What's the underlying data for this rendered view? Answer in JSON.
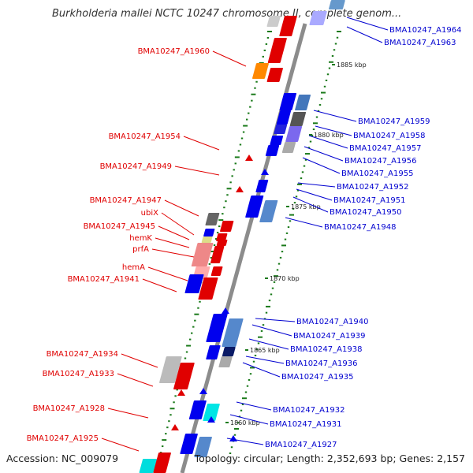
{
  "title": "Burkholderia mallei NCTC 10247 chromosome II, complete genom...",
  "footer": {
    "accession": "Accession: NC_009079",
    "topology": "Topology: circular; Length: 2,352,693 bp; Genes: 2,157"
  },
  "colors": {
    "axis": "#8c8c8c",
    "forward_label": "#e00000",
    "reverse_label": "#0000d0",
    "tick": "#1a7a1a"
  },
  "kbp_labels": [
    "1885 kbp",
    "1880 kbp",
    "1875 kbp",
    "1870 kbp",
    "1865 kbp",
    "1860 kbp"
  ],
  "left_labels": [
    "BMA10247_A1960",
    "BMA10247_A1954",
    "BMA10247_A1949",
    "BMA10247_A1947",
    "ubiX",
    "BMA10247_A1945",
    "hemK",
    "prfA",
    "hemA",
    "BMA10247_A1941",
    "BMA10247_A1934",
    "BMA10247_A1933",
    "BMA10247_A1928",
    "BMA10247_A1925"
  ],
  "right_labels": [
    "BMA10247_A1964",
    "BMA10247_A1963",
    "BMA10247_A1959",
    "BMA10247_A1958",
    "BMA10247_A1957",
    "BMA10247_A1956",
    "BMA10247_A1955",
    "BMA10247_A1952",
    "BMA10247_A1951",
    "BMA10247_A1950",
    "BMA10247_A1948",
    "BMA10247_A1940",
    "BMA10247_A1939",
    "BMA10247_A1938",
    "BMA10247_A1936",
    "BMA10247_A1935",
    "BMA10247_A1932",
    "BMA10247_A1931",
    "BMA10247_A1927"
  ]
}
